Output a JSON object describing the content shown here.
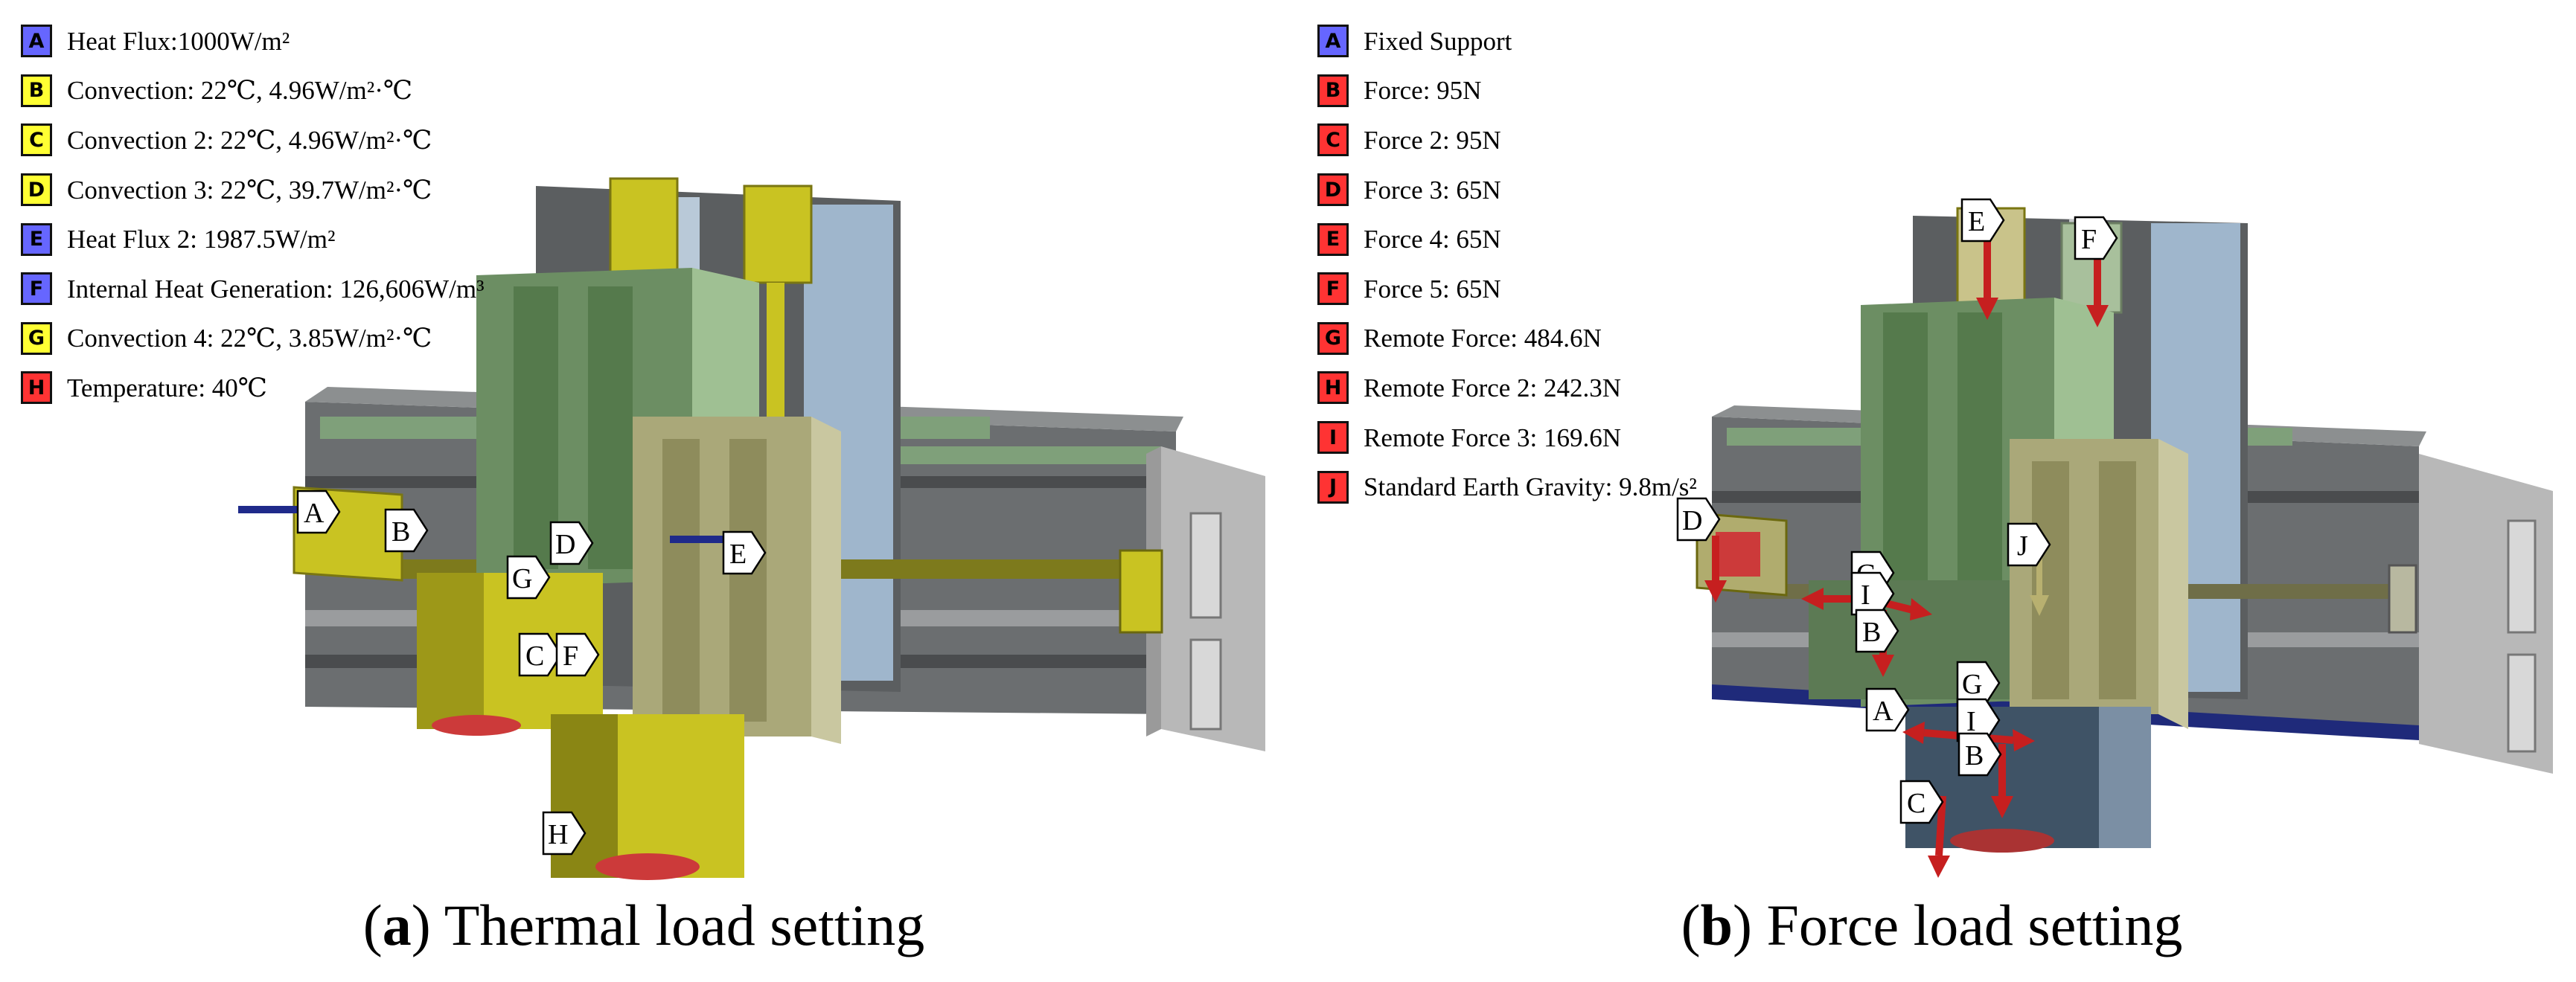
{
  "panels": [
    {
      "caption": {
        "open": "(",
        "letter": "a",
        "close": ")",
        "text": " Thermal load setting"
      },
      "legend": [
        {
          "key": "A",
          "label": "Heat Flux:1000W/m²",
          "color": "#6666ff"
        },
        {
          "key": "B",
          "label": "Convection: 22℃, 4.96W/m²·℃",
          "color": "#ffff33"
        },
        {
          "key": "C",
          "label": "Convection 2: 22℃, 4.96W/m²·℃",
          "color": "#ffff33"
        },
        {
          "key": "D",
          "label": "Convection 3: 22℃, 39.7W/m²·℃",
          "color": "#ffff33"
        },
        {
          "key": "E",
          "label": "Heat Flux 2: 1987.5W/m²",
          "color": "#6666ff"
        },
        {
          "key": "F",
          "label": "Internal Heat Generation: 126,606W/m³",
          "color": "#6666ff"
        },
        {
          "key": "G",
          "label": "Convection 4: 22℃, 3.85W/m²·℃",
          "color": "#ffff33"
        },
        {
          "key": "H",
          "label": "Temperature: 40℃",
          "color": "#ff3333"
        }
      ],
      "callouts": [
        "A",
        "B",
        "D",
        "E",
        "G",
        "C",
        "F",
        "H"
      ]
    },
    {
      "caption": {
        "open": "(",
        "letter": "b",
        "close": ")",
        "text": " Force load setting"
      },
      "legend": [
        {
          "key": "A",
          "label": "Fixed Support",
          "color": "#6666ff"
        },
        {
          "key": "B",
          "label": "Force: 95N",
          "color": "#ff3333"
        },
        {
          "key": "C",
          "label": "Force 2: 95N",
          "color": "#ff3333"
        },
        {
          "key": "D",
          "label": "Force 3: 65N",
          "color": "#ff3333"
        },
        {
          "key": "E",
          "label": "Force 4: 65N",
          "color": "#ff3333"
        },
        {
          "key": "F",
          "label": "Force 5: 65N",
          "color": "#ff3333"
        },
        {
          "key": "G",
          "label": "Remote Force: 484.6N",
          "color": "#ff3333"
        },
        {
          "key": "H",
          "label": "Remote Force 2: 242.3N",
          "color": "#ff3333"
        },
        {
          "key": "I",
          "label": "Remote Force 3: 169.6N",
          "color": "#ff3333"
        },
        {
          "key": "J",
          "label": "Standard Earth Gravity: 9.8m/s²",
          "color": "#ff3333"
        }
      ],
      "callouts": [
        "E",
        "F",
        "D",
        "J",
        "G",
        "I",
        "B",
        "A",
        "G",
        "I",
        "B",
        "C"
      ]
    }
  ]
}
